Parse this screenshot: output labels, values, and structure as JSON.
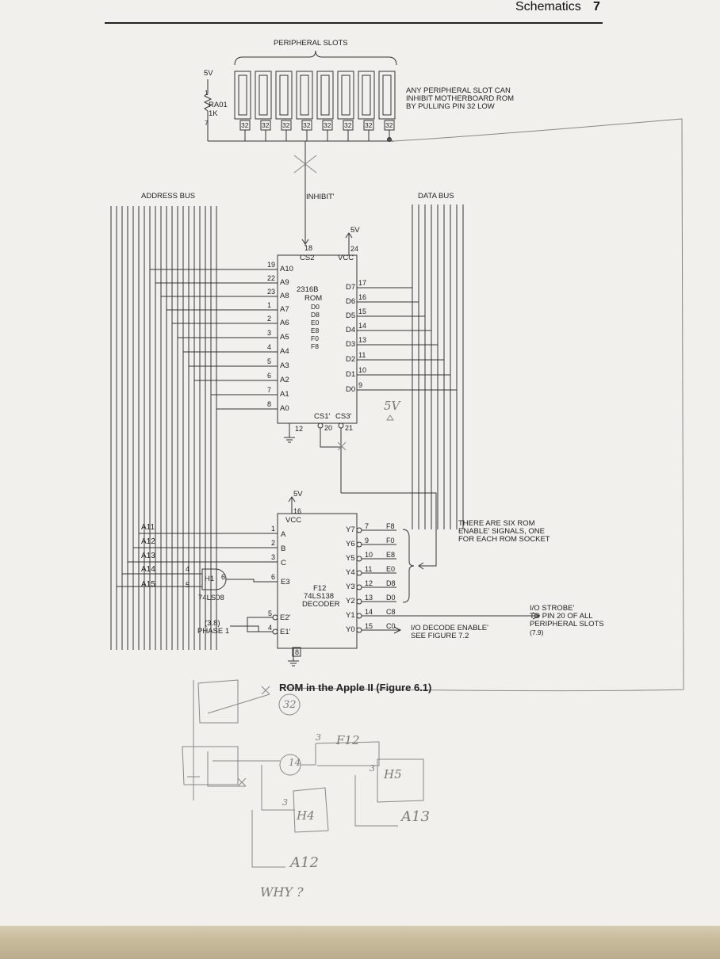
{
  "header": {
    "title": "Schematics",
    "page_number": "7"
  },
  "slots": {
    "title": "PERIPHERAL SLOTS",
    "pin_label": "32",
    "note": "ANY PERIPHERAL SLOT CAN\nINHIBIT MOTHERBOARD ROM\nBY PULLING PIN 32 LOW",
    "pullup": {
      "voltage": "5V",
      "pin_top": "1",
      "ref": "RA01",
      "value": "1K",
      "pin_bottom": "7"
    }
  },
  "buses": {
    "address": "ADDRESS BUS",
    "data": "DATA BUS",
    "inhibit": "INHIBIT'"
  },
  "rom": {
    "name": "2316B",
    "type": "ROM",
    "sockets": [
      "D0",
      "D8",
      "E0",
      "E8",
      "F0",
      "F8"
    ],
    "cs2": "CS2",
    "cs2_pin": "18",
    "vcc": "VCC",
    "vcc_pin": "24",
    "vcc_voltage": "5V",
    "gnd_pin": "12",
    "cs1": "CS1'",
    "cs1_pin": "20",
    "cs3": "CS3'",
    "cs3_pin": "21",
    "address_pins": [
      {
        "pin": "19",
        "name": "A10"
      },
      {
        "pin": "22",
        "name": "A9"
      },
      {
        "pin": "23",
        "name": "A8"
      },
      {
        "pin": "1",
        "name": "A7"
      },
      {
        "pin": "2",
        "name": "A6"
      },
      {
        "pin": "3",
        "name": "A5"
      },
      {
        "pin": "4",
        "name": "A4"
      },
      {
        "pin": "5",
        "name": "A3"
      },
      {
        "pin": "6",
        "name": "A2"
      },
      {
        "pin": "7",
        "name": "A1"
      },
      {
        "pin": "8",
        "name": "A0"
      }
    ],
    "data_pins": [
      {
        "name": "D7",
        "pin": "17"
      },
      {
        "name": "D6",
        "pin": "16"
      },
      {
        "name": "D5",
        "pin": "15"
      },
      {
        "name": "D4",
        "pin": "14"
      },
      {
        "name": "D3",
        "pin": "13"
      },
      {
        "name": "D2",
        "pin": "11"
      },
      {
        "name": "D1",
        "pin": "10"
      },
      {
        "name": "D0",
        "pin": "9"
      }
    ]
  },
  "decoder": {
    "ref": "F12",
    "part": "74LS138",
    "kind": "DECODER",
    "vcc": "VCC",
    "vcc_pin": "16",
    "vcc_voltage": "5V",
    "gnd_pin": "8",
    "inputs": [
      {
        "pin": "1",
        "name": "A",
        "signal": "A11"
      },
      {
        "pin": "2",
        "name": "B",
        "signal": "A12"
      },
      {
        "pin": "3",
        "name": "C",
        "signal": "A13"
      },
      {
        "pin": "6",
        "name": "E3"
      },
      {
        "pin": "5",
        "name": "E2'"
      },
      {
        "pin": "4",
        "name": "E1'"
      }
    ],
    "outputs": [
      {
        "name": "Y7",
        "pin": "7",
        "addr": "F8"
      },
      {
        "name": "Y6",
        "pin": "9",
        "addr": "F0"
      },
      {
        "name": "Y5",
        "pin": "10",
        "addr": "E8"
      },
      {
        "name": "Y4",
        "pin": "11",
        "addr": "E0"
      },
      {
        "name": "Y3",
        "pin": "12",
        "addr": "D8"
      },
      {
        "name": "Y2",
        "pin": "13",
        "addr": "D0"
      },
      {
        "name": "Y1",
        "pin": "14",
        "addr": "C8"
      },
      {
        "name": "Y0",
        "pin": "15",
        "addr": "C0"
      }
    ]
  },
  "gate": {
    "ref": "H1",
    "part": "74LS08",
    "in_a_pin": "4",
    "in_b_pin": "5",
    "out_pin": "6",
    "in_a": "A14",
    "in_b": "A15"
  },
  "phase": {
    "ref": "(3.8)",
    "label": "PHASE 1"
  },
  "notes": {
    "rom_enable": "THERE ARE SIX ROM\nENABLE' SIGNALS, ONE\nFOR EACH ROM SOCKET",
    "io_strobe": "I/O STROBE'\nTO PIN 20 OF ALL\nPERIPHERAL SLOTS",
    "io_strobe_ref": "(7.9)",
    "io_decode": "I/O DECODE ENABLE'\nSEE FIGURE 7.2"
  },
  "caption": "ROM in the Apple II (Figure 6.1)",
  "handwritten": {
    "five_v": "5V",
    "slot_pin": "32",
    "pin_14": "14",
    "f12": "F12",
    "f12_pin": "3",
    "h5": "H5",
    "h5_pin": "3",
    "h4": "H4",
    "h4_pin": "3",
    "a13": "A13",
    "a12": "A12",
    "question": "WHY ?"
  }
}
